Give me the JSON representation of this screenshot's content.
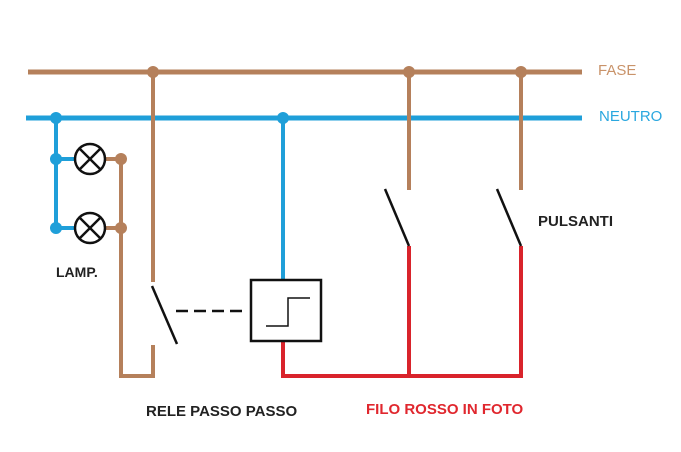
{
  "labels": {
    "fase": "FASE",
    "neutro": "NEUTRO",
    "pulsanti": "PULSANTI",
    "lamp": "LAMP.",
    "rele": "RELE PASSO PASSO",
    "filo": "FILO ROSSO IN FOTO"
  },
  "colors": {
    "fase": "#b5805b",
    "neutro": "#1f9fd9",
    "red_wire": "#d9232b",
    "black": "#111111",
    "label_fase": "#c9936a",
    "label_neutro": "#2aa7df",
    "label_dark": "#222222",
    "label_red": "#e0272e"
  },
  "icons": {
    "lamp": "lamp-cross-circle-icon",
    "relay": "step-relay-icon",
    "switch": "push-button-switch-icon"
  }
}
